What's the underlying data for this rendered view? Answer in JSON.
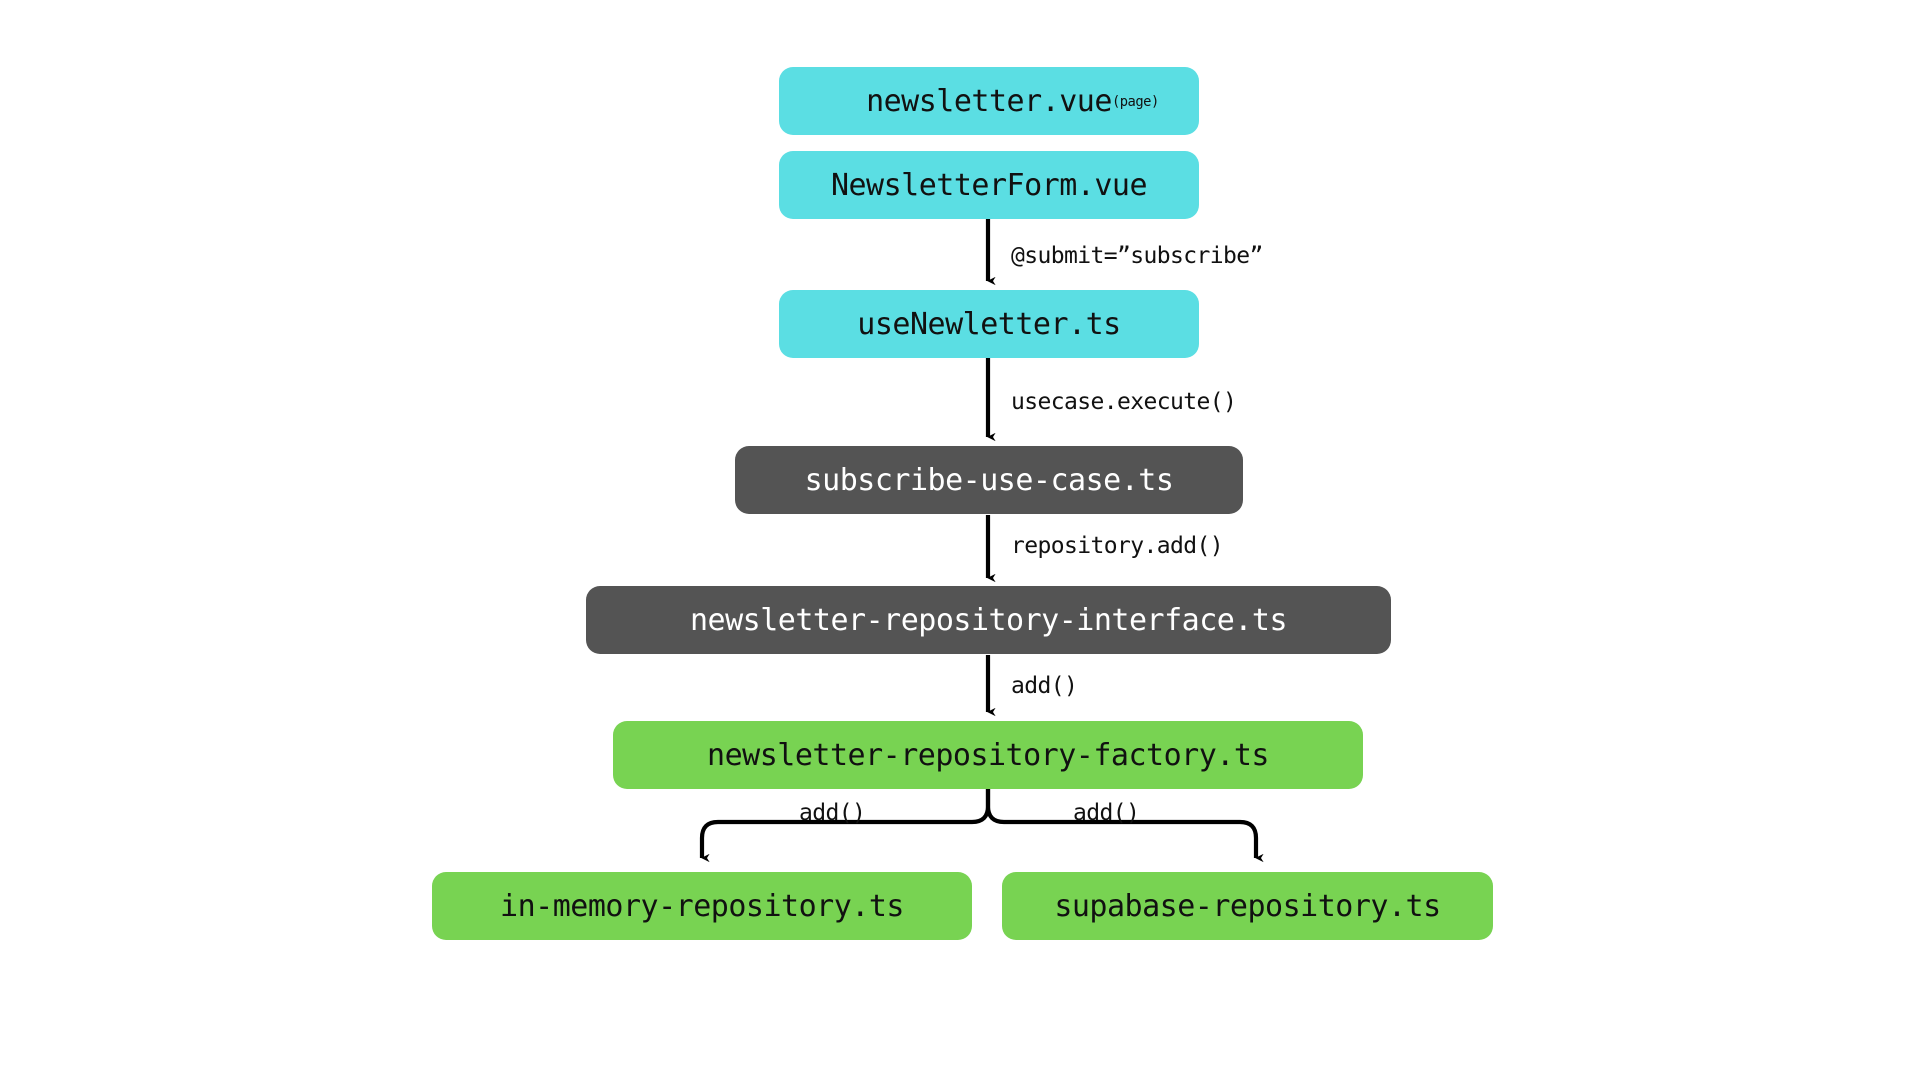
{
  "diagram": {
    "type": "flowchart",
    "title": "",
    "background": "#ffffff",
    "palette": {
      "cyan": "#5BDEE3",
      "green": "#78D352",
      "gray": "#545454",
      "text_dark": "#111111",
      "text_light": "#ffffff",
      "edge": "#000000"
    },
    "nodes": [
      {
        "id": "newsletter-vue",
        "label": "newsletter.vue",
        "superscript": "(page)",
        "color_key": "cyan",
        "text_color": "#111111"
      },
      {
        "id": "newsletter-form-vue",
        "label": "NewsletterForm.vue",
        "superscript": "",
        "color_key": "cyan",
        "text_color": "#111111"
      },
      {
        "id": "use-newletter-ts",
        "label": "useNewletter.ts",
        "superscript": "",
        "color_key": "cyan",
        "text_color": "#111111"
      },
      {
        "id": "subscribe-use-case-ts",
        "label": "subscribe-use-case.ts",
        "superscript": "",
        "color_key": "gray",
        "text_color": "#ffffff"
      },
      {
        "id": "newsletter-repository-interface-ts",
        "label": "newsletter-repository-interface.ts",
        "superscript": "",
        "color_key": "gray",
        "text_color": "#ffffff"
      },
      {
        "id": "newsletter-repository-factory-ts",
        "label": "newsletter-repository-factory.ts",
        "superscript": "",
        "color_key": "green",
        "text_color": "#111111"
      },
      {
        "id": "in-memory-repository-ts",
        "label": "in-memory-repository.ts",
        "superscript": "",
        "color_key": "green",
        "text_color": "#111111"
      },
      {
        "id": "supabase-repository-ts",
        "label": "supabase-repository.ts",
        "superscript": "",
        "color_key": "green",
        "text_color": "#111111"
      }
    ],
    "edges": [
      {
        "id": "e1",
        "from": "newsletter-form-vue",
        "to": "use-newletter-ts",
        "label": "@submit=”subscribe”"
      },
      {
        "id": "e2",
        "from": "use-newletter-ts",
        "to": "subscribe-use-case-ts",
        "label": "usecase.execute()"
      },
      {
        "id": "e3",
        "from": "subscribe-use-case-ts",
        "to": "newsletter-repository-interface-ts",
        "label": "repository.add()"
      },
      {
        "id": "e4",
        "from": "newsletter-repository-interface-ts",
        "to": "newsletter-repository-factory-ts",
        "label": "add()"
      },
      {
        "id": "e5",
        "from": "newsletter-repository-factory-ts",
        "to": "in-memory-repository-ts",
        "label": "add()"
      },
      {
        "id": "e6",
        "from": "newsletter-repository-factory-ts",
        "to": "supabase-repository-ts",
        "label": "add()"
      }
    ]
  }
}
